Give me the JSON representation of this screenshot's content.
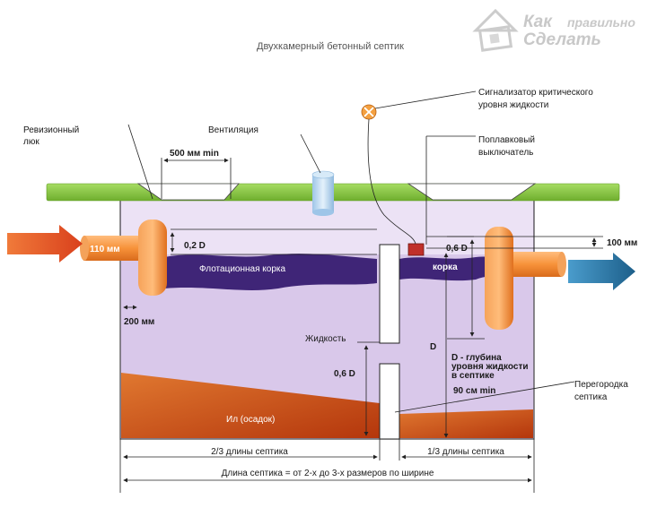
{
  "title": "Двухкамерный бетонный септик",
  "logo": {
    "line1": "Как",
    "line1b": "правильно",
    "line2": "Сделать"
  },
  "labels": {
    "revision_hatch_1": "Ревизионный",
    "revision_hatch_2": "люк",
    "ventilation": "Вентиляция",
    "hatch_width": "500 мм min",
    "alarm_1": "Сигнализатор критического",
    "alarm_2": "уровня жидкости",
    "float_1": "Поплавковый",
    "float_2": "выключатель",
    "inlet_pipe": "110 мм",
    "inlet_drop": "0,2 D",
    "outlet_drop": "0,6 D",
    "outlet_offset": "100 мм",
    "flotation_crust": "Флотационная корка",
    "crust": "корка",
    "wall_gap": "200 мм",
    "liquid": "Жидкость",
    "depth_d": "D",
    "depth_desc_1": "D - глубина",
    "depth_desc_2": "уровня жидкости",
    "depth_desc_3": "в септике",
    "partition_gap": "0,6 D",
    "min_depth": "90 см min",
    "partition_1": "Перегородка",
    "partition_2": "септика",
    "sludge": "Ил (осадок)",
    "two_thirds": "2/3 длины септика",
    "one_third": "1/3 длины септика",
    "total_length": "Длина септика = от 2-х до 3-х размеров по ширине"
  },
  "colors": {
    "ground": "#8fcf4a",
    "tank_liquid": "#d9c8ea",
    "crust": "#3f2577",
    "sludge": "#c8501a",
    "pipe": "#f7923a",
    "inlet_arrow": "#e8542a",
    "outlet_arrow": "#2a7aa8",
    "vent": "#bcd8f0",
    "float_switch": "#c0302a"
  }
}
